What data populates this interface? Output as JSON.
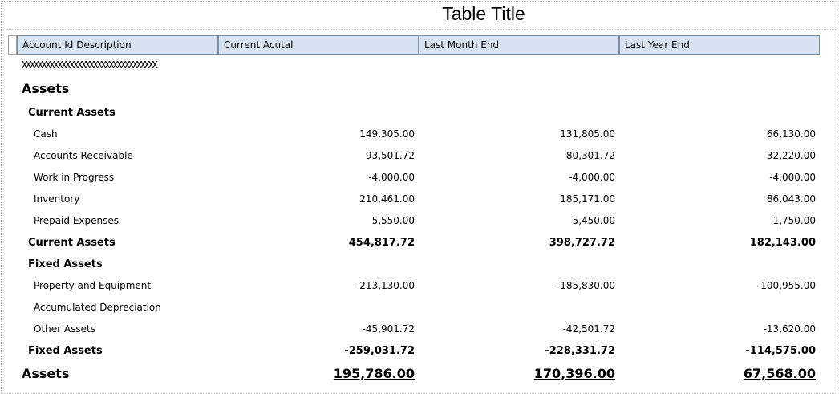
{
  "title": "Table Title",
  "columns": [
    "Account Id Description",
    "Current Acutal",
    "Last Month End",
    "Last Year End"
  ],
  "placeholder_line": "XXXXXXXXXXXXXXXXXXXXXXXXXXXXXXXXXX",
  "rows": [
    {
      "label": "Assets",
      "v1": "",
      "v2": "",
      "v3": ""
    },
    {
      "label": "Current Assets",
      "v1": "",
      "v2": "",
      "v3": ""
    },
    {
      "label": "Cash",
      "v1": "149,305.00",
      "v2": "131,805.00",
      "v3": "66,130.00"
    },
    {
      "label": "Accounts Receivable",
      "v1": "93,501.72",
      "v2": "80,301.72",
      "v3": "32,220.00"
    },
    {
      "label": "Work in Progress",
      "v1": "-4,000.00",
      "v2": "-4,000.00",
      "v3": "-4,000.00"
    },
    {
      "label": "Inventory",
      "v1": "210,461.00",
      "v2": "185,171.00",
      "v3": "86,043.00"
    },
    {
      "label": "Prepaid Expenses",
      "v1": "5,550.00",
      "v2": "5,450.00",
      "v3": "1,750.00"
    },
    {
      "label": "Current Assets",
      "v1": "454,817.72",
      "v2": "398,727.72",
      "v3": "182,143.00"
    },
    {
      "label": "Fixed Assets",
      "v1": "",
      "v2": "",
      "v3": ""
    },
    {
      "label": "Property and Equipment",
      "v1": "-213,130.00",
      "v2": "-185,830.00",
      "v3": "-100,955.00"
    },
    {
      "label": "Accumulated Depreciation",
      "v1": "",
      "v2": "",
      "v3": ""
    },
    {
      "label": "Other Assets",
      "v1": "-45,901.72",
      "v2": "-42,501.72",
      "v3": "-13,620.00"
    },
    {
      "label": "Fixed Assets",
      "v1": "-259,031.72",
      "v2": "-228,331.72",
      "v3": "-114,575.00"
    },
    {
      "label": "Assets",
      "v1": "195,786.00",
      "v2": "170,396.00",
      "v3": "67,568.00"
    }
  ]
}
